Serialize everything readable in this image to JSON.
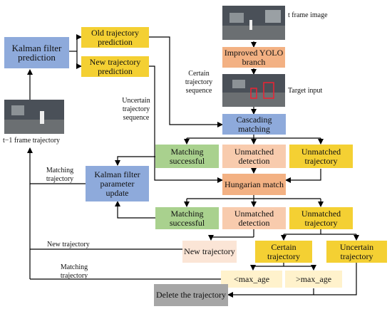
{
  "boxes": {
    "kalman_prediction": "Kalman filter prediction",
    "old_traj_pred": "Old trajectory prediction",
    "new_traj_pred": "New trajectory prediction",
    "improved_yolo": "Improved YOLO branch",
    "cascading": "Cascading matching",
    "match_success_1": "Matching successful",
    "unmatched_det_1": "Unmatched detection",
    "unmatched_traj_1": "Unmatched trajectory",
    "kalman_update": "Kalman filter parameter update",
    "hungarian": "Hungarian match",
    "match_success_2": "Matching successful",
    "unmatched_det_2": "Unmatched detection",
    "unmatched_traj_2": "Unmatched trajectory",
    "new_trajectory": "New trajectory",
    "certain_trajectory": "Certain trajectory",
    "uncertain_trajectory": "Uncertain trajectory",
    "lt_max_age": "<max_age",
    "gt_max_age": ">max_age",
    "delete": "Delete the trajectory"
  },
  "labels": {
    "t_frame": "t frame image",
    "target_input": "Target input",
    "t1_frame": "t−1 frame trajectory",
    "certain_seq": "Certain trajectory sequence",
    "uncertain_seq": "Uncertain trajectory sequence",
    "matching_traj_1": "Matching trajectory",
    "new_traj_label": "New trajectory",
    "matching_traj_2": "Matching trajectory"
  },
  "colors": {
    "blue": "#8eaadb",
    "yellow": "#f4d033",
    "orange": "#f3b183",
    "green": "#a9d18e",
    "grey": "#a6a6a6"
  }
}
